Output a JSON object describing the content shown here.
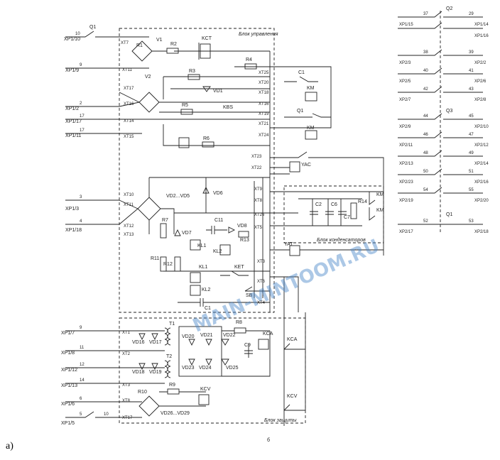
{
  "caption": "а)",
  "sheet_mark": "б",
  "watermark": "MAIN-MINTOOM.RU",
  "blocks": {
    "control": "Блок управления",
    "capacitors": "Блок конденсаторов",
    "protection": "Блок защиты"
  },
  "left_terminals": [
    "XP1/10",
    "XP1/9",
    "XP1/2",
    "XP1/17",
    "XP1/11",
    "XP1/3",
    "XP1/18",
    "XP1/7",
    "XP1/8",
    "XP1/12",
    "XP1/13",
    "XP1/6",
    "XP1/5"
  ],
  "left_wire_numbers": [
    "10",
    "9",
    "2",
    "17",
    "17",
    "3",
    "4",
    "9",
    "11",
    "12",
    "14",
    "6",
    "5",
    "10"
  ],
  "xt_labels": [
    "XT7",
    "XT11",
    "XT17",
    "XT16",
    "XT14",
    "XT15",
    "XT10",
    "XT11",
    "XT12",
    "XT13",
    "XT25",
    "XT20",
    "XT18",
    "XT16",
    "XT19",
    "XT21",
    "XT24",
    "XT23",
    "XT22",
    "XT9",
    "XT8",
    "XT26",
    "XT5",
    "XT3",
    "XT6",
    "XT4",
    "XT1",
    "XT2",
    "XT3",
    "XT8",
    "XT17"
  ],
  "components": [
    "Q1",
    "V1",
    "R1",
    "R2",
    "KCT",
    "V2",
    "R3",
    "VD1",
    "R4",
    "R5",
    "KBS",
    "R6",
    "C1",
    "KM",
    "Q1",
    "KM",
    "VD2...VD5",
    "VD6",
    "R7",
    "VD7",
    "C11",
    "VD8",
    "R13",
    "KL1",
    "KL2",
    "R11",
    "R12",
    "KL1",
    "KET",
    "KL2",
    "SB",
    "C1",
    "YAC",
    "YAT",
    "C2",
    "C6",
    "C7",
    "R14",
    "KM",
    "KM",
    "T1",
    "T2",
    "VD16",
    "VD17",
    "VD18",
    "VD19",
    "VD20",
    "VD21",
    "VD22",
    "VD23",
    "VD24",
    "VD25",
    "R8",
    "KCA",
    "C9",
    "KCA",
    "R9",
    "R10",
    "VD26...VD29",
    "KCV",
    "KCV"
  ],
  "right_panel": {
    "left_labels": [
      "XP1/15",
      "XP2/3",
      "XP2/5",
      "XP2/7",
      "XP2/9",
      "XP2/11",
      "XP2/13",
      "XP2/23",
      "XP2/19",
      "XP2/17"
    ],
    "right_labels": [
      "XP1/14",
      "XP1/16",
      "XP2/2",
      "XP2/6",
      "XP2/8",
      "XP2/10",
      "XP2/12",
      "XP2/14",
      "XP2/16",
      "XP2/20",
      "XP2/18"
    ],
    "switch_labels": [
      "Q2",
      "Q3",
      "Q1"
    ],
    "wire_numbers": [
      "37",
      "29",
      "38",
      "39",
      "40",
      "41",
      "42",
      "43",
      "44",
      "45",
      "46",
      "47",
      "48",
      "49",
      "50",
      "51",
      "54",
      "55",
      "52",
      "53"
    ]
  }
}
